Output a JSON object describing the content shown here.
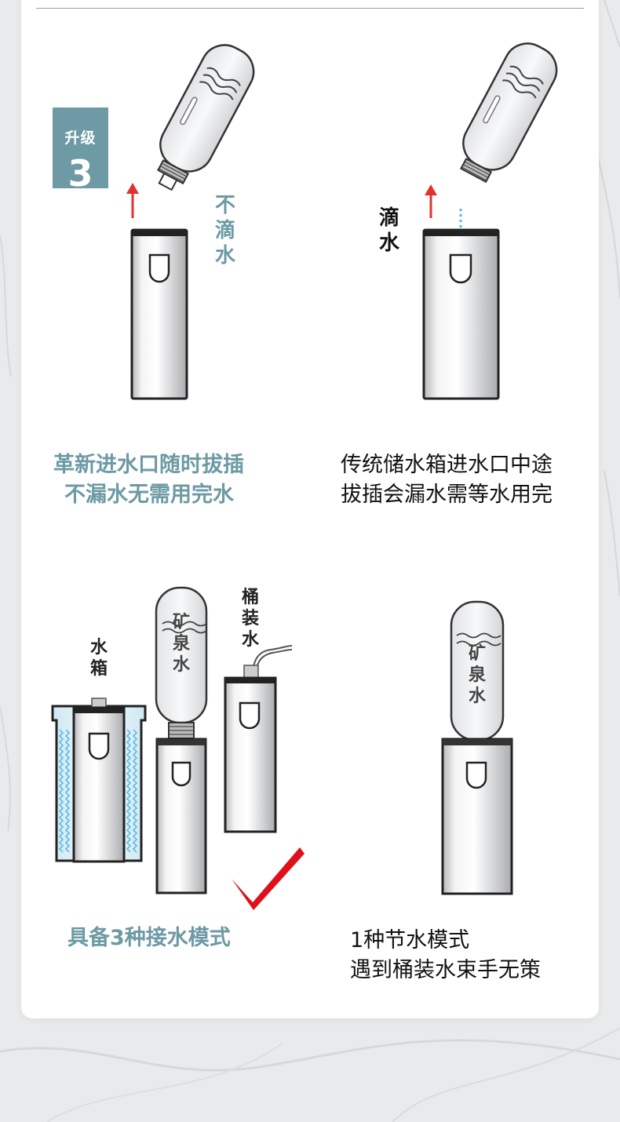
{
  "badge": {
    "label": "升级",
    "number": "3"
  },
  "panel_top_left": {
    "side_label": "不滴水",
    "caption_lines": [
      "革新进水口随时拔插",
      "不漏水无需用完水"
    ]
  },
  "panel_top_right": {
    "side_label": "滴水",
    "caption_lines": [
      "传统储水箱进水口中途",
      "拔插会漏水需等水用完"
    ]
  },
  "panel_bottom_left": {
    "labels": {
      "tank": "水箱",
      "mineral": "矿泉水",
      "barrel": "桶装水"
    },
    "caption_lines": [
      "具备3种接水模式"
    ]
  },
  "panel_bottom_right": {
    "labels": {
      "mineral": "矿泉水"
    },
    "caption_lines": [
      "1种节水模式",
      "遇到桶装水束手无策"
    ]
  },
  "colors": {
    "accent_teal": "#6d9aa4",
    "arrow_red": "#e0332f",
    "check_red": "#e0101b",
    "water_blue": "#54b6e3"
  },
  "icons": [
    "bottle-icon",
    "dispenser-icon",
    "up-arrow-icon",
    "water-drops-icon",
    "checkmark-icon",
    "water-tank-icon",
    "hose-icon"
  ]
}
